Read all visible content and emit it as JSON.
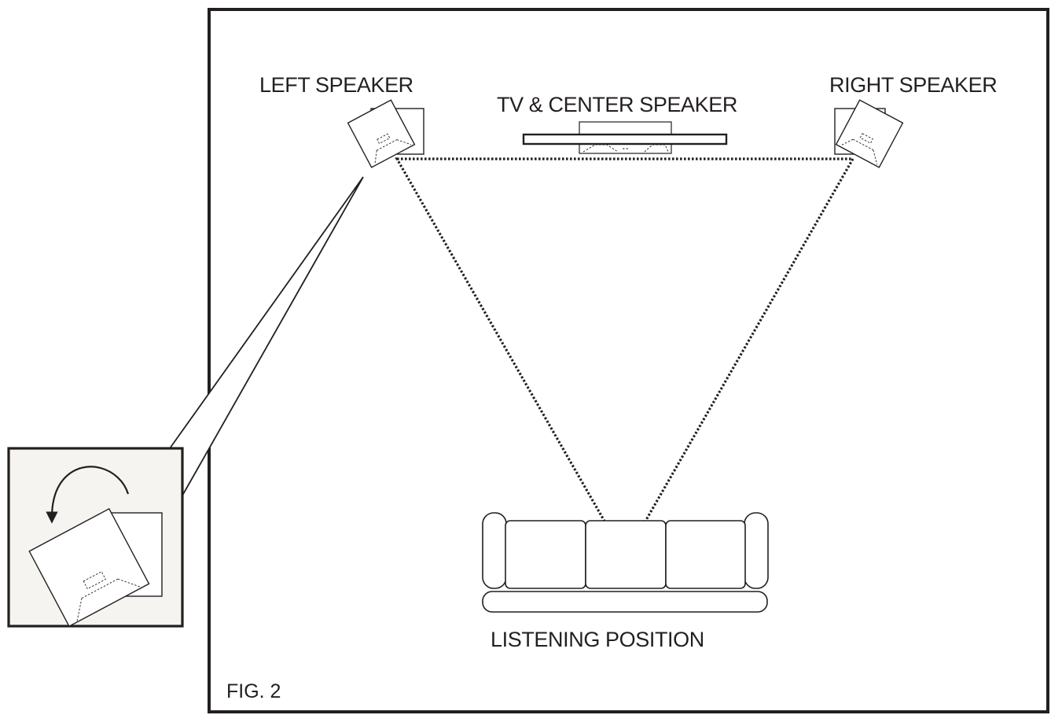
{
  "diagram": {
    "labels": {
      "left_speaker": "LEFT SPEAKER",
      "tv_center": "TV & CENTER SPEAKER",
      "right_speaker": "RIGHT SPEAKER",
      "listening_position": "LISTENING POSITION",
      "figure": "FIG. 2"
    },
    "colors": {
      "ink": "#231f20",
      "inset_background": "#f6f4f0",
      "page": "#ffffff"
    },
    "icons": {
      "rotate_arrow": "curved-arrow-counterclockwise",
      "speaker": "angled-speaker-cabinet",
      "couch": "three-seat-sofa"
    }
  }
}
